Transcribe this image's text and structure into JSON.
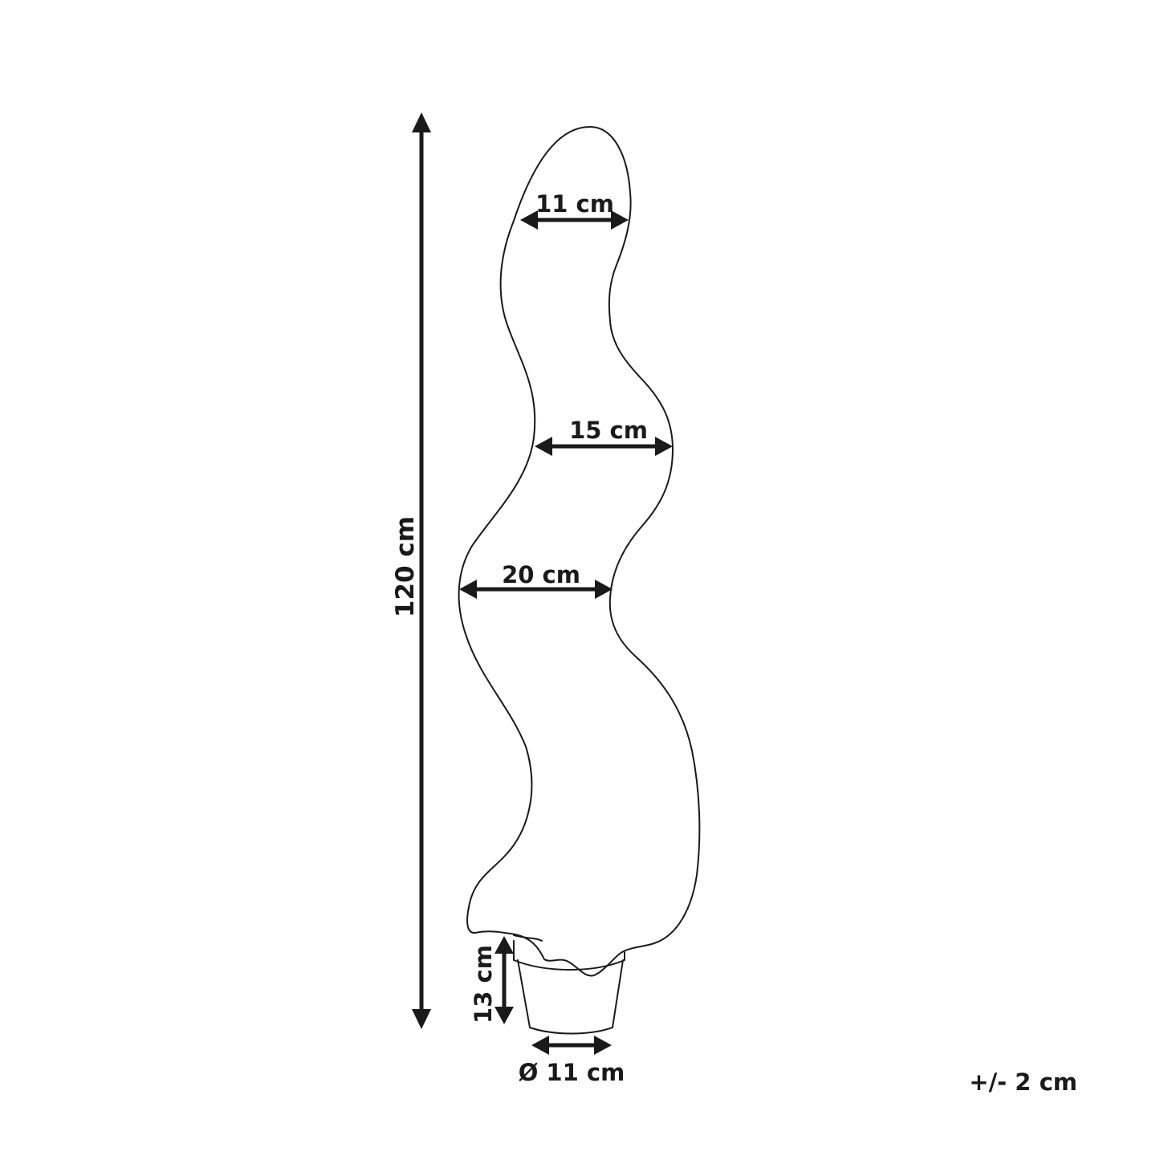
{
  "dimensions": {
    "total_height": "120 cm",
    "width_top": "11 cm",
    "width_middle": "15 cm",
    "width_lower": "20 cm",
    "pot_height": "13 cm",
    "pot_diameter": "Ø 11 cm",
    "tolerance": "+/- 2 cm"
  },
  "colors": {
    "line": "#1a1a1a",
    "background": "#ffffff"
  }
}
